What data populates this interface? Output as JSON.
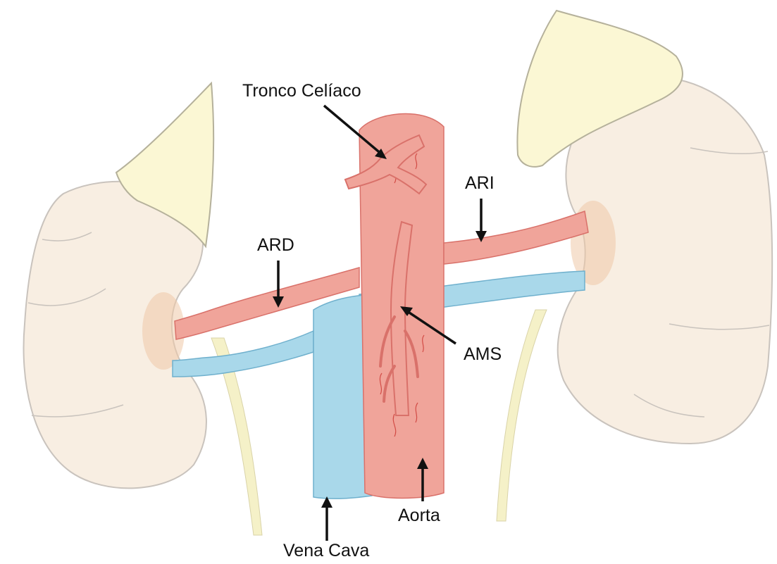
{
  "labels": {
    "tronco": "Tronco Celíaco",
    "ari": "ARI",
    "ard": "ARD",
    "ams": "AMS",
    "aorta": "Aorta",
    "vena_cava": "Vena Cava"
  },
  "colors": {
    "kidney_fill": "#f8eee2",
    "kidney_stroke": "#c9c3bd",
    "kidney_shade": "#eec9a8",
    "adrenal_fill": "#fbf7d4",
    "adrenal_stroke": "#b5b19b",
    "artery": "#f0a49a",
    "artery_dark": "#d9716a",
    "vein": "#a9d8ea",
    "vein_dark": "#6fb0cd",
    "ureter": "#f5f1c8",
    "arrow": "#111111"
  }
}
